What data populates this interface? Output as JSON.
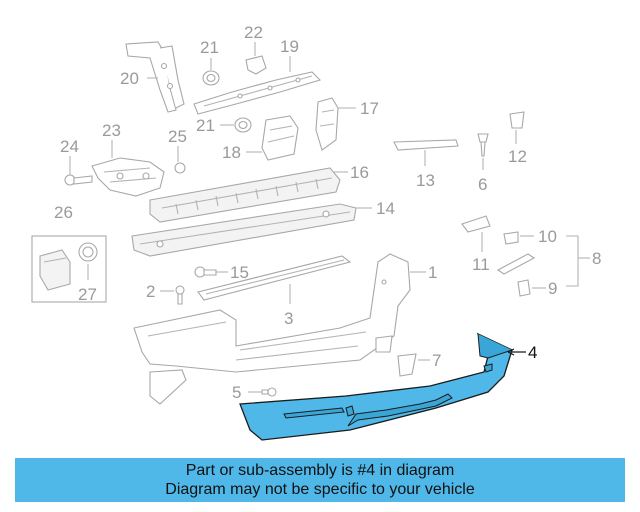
{
  "diagram": {
    "highlighted_part": "4",
    "highlight_color": "#4fb8e8",
    "callouts": [
      "1",
      "2",
      "3",
      "4",
      "5",
      "6",
      "7",
      "8",
      "9",
      "10",
      "11",
      "12",
      "13",
      "14",
      "15",
      "16",
      "17",
      "18",
      "19",
      "20",
      "21",
      "21",
      "22",
      "23",
      "24",
      "25",
      "26",
      "27"
    ]
  },
  "banner": {
    "line1": "Part or sub-assembly is #4 in diagram",
    "line2": "Diagram may not be specific to your vehicle",
    "background": "#4fb8e8"
  }
}
